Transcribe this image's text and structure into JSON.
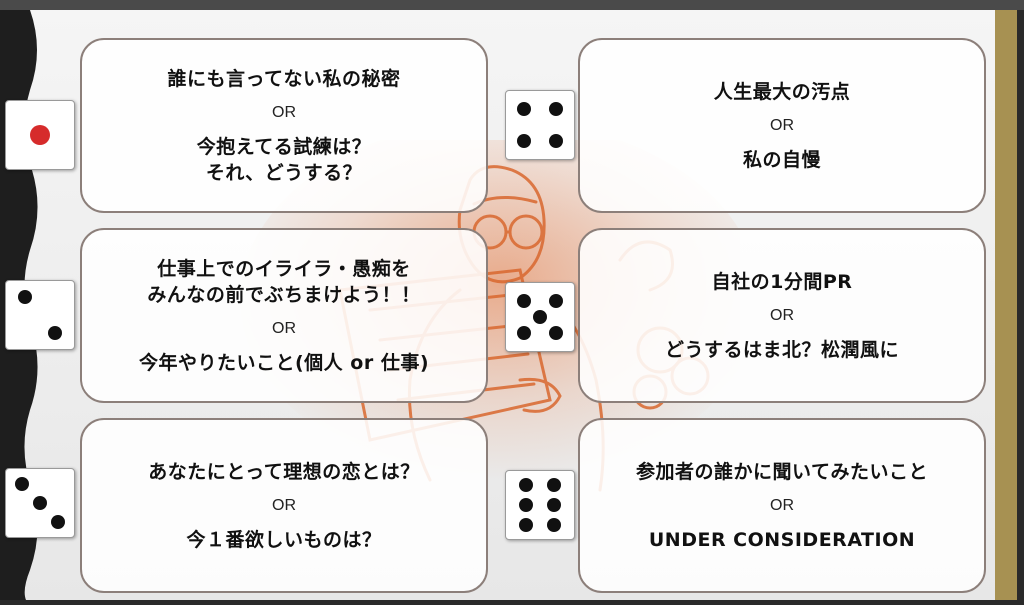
{
  "colors": {
    "pip": "#111111",
    "pip_one": "#d62b2b",
    "card_border": "#8c7f7a",
    "gold_strip": "#a79152",
    "illustration": "#e3733a"
  },
  "cards": [
    {
      "die": 1,
      "top": "誰にも言ってない私の秘密",
      "or": "OR",
      "bottom": "今抱えてる試練は？\nそれ、どうする？"
    },
    {
      "die": 4,
      "top": "人生最大の汚点",
      "or": "OR",
      "bottom": "私の自慢"
    },
    {
      "die": 2,
      "top": "仕事上でのイライラ・愚痴を\nみんなの前でぶちまけよう！！",
      "or": "OR",
      "bottom": "今年やりたいこと(個人 or 仕事)"
    },
    {
      "die": 5,
      "top": "自社の1分間PR",
      "or": "OR",
      "bottom": "どうするはま北？松潤風に"
    },
    {
      "die": 3,
      "top": "あなたにとって理想の恋とは？",
      "or": "OR",
      "bottom": "今１番欲しいものは？"
    },
    {
      "die": 6,
      "top": "参加者の誰かに聞いてみたいこと",
      "or": "OR",
      "bottom": "UNDER CONSIDERATION"
    }
  ],
  "icons": {
    "illustration": "man-holding-sign-sketch",
    "die": "die-face-icon"
  }
}
